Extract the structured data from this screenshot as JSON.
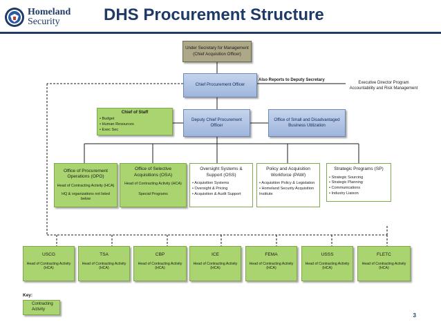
{
  "header": {
    "logo_line1": "Homeland",
    "logo_line2": "Security",
    "title": "DHS Procurement Structure"
  },
  "nodes": {
    "under_secretary": {
      "label": "Under Secretary for Management (Chief Acquisition Officer)"
    },
    "cpo": {
      "label": "Chief Procurement Officer"
    },
    "reports_note": {
      "label": "Also Reports to Deputy Secretary"
    },
    "executive_director": {
      "label": "Executive Director Program Accountability and Risk Management"
    },
    "chief_of_staff": {
      "label": "Chief of Staff",
      "items": [
        "Budget",
        "Human Resources",
        "Exec Sec"
      ]
    },
    "deputy_cpo": {
      "label": "Deputy Chief Procurement Officer"
    },
    "osdbu": {
      "label": "Office of Small and Disadvantaged Business Utilization"
    },
    "opo": {
      "label": "Office of Procurement Operations (OPO)",
      "line1": "Head of Contracting Activity (HCA)",
      "line2": "HQ & organizations not listed below"
    },
    "osa": {
      "label": "Office of Selective Acquisitions (OSA)",
      "line1": "Head of Contracting Activity (HCA)",
      "line2": "Special Programs"
    },
    "oss": {
      "label": "Oversight Systems & Support (OSS)",
      "items": [
        "Acquisition Systems",
        "Oversight & Pricing",
        "Acquisition & Audit Support"
      ]
    },
    "paw": {
      "label": "Policy and Acquisition Workforce (PAW)",
      "items": [
        "Acquisition Policy & Legislation",
        "Homeland Security Acquisition Institute"
      ]
    },
    "sp": {
      "label": "Strategic Programs (SP)",
      "items": [
        "Strategic Sourcing",
        "Strategic Planning",
        "Communications",
        "Industry Liaison"
      ]
    }
  },
  "components": [
    {
      "name": "USCG",
      "role": "Head of Contracting Activity (HCA)"
    },
    {
      "name": "TSA",
      "role": "Head of Contracting Activity (HCA)"
    },
    {
      "name": "CBP",
      "role": "Head of Contracting Activity (HCA)"
    },
    {
      "name": "ICE",
      "role": "Head of Contracting Activity (HCA)"
    },
    {
      "name": "FEMA",
      "role": "Head of Contracting Activity (HCA)"
    },
    {
      "name": "USSS",
      "role": "Head of Contracting Activity (HCA)"
    },
    {
      "name": "FLETC",
      "role": "Head of Contracting Activity (HCA)"
    }
  ],
  "key": {
    "label": "Key:",
    "entry": "Contracting Activity"
  },
  "page_number": "3",
  "colors": {
    "title": "#1f3a66",
    "blue_box": "#b3c6e6",
    "green_box": "#a9d46f",
    "khaki_box": "#ada887"
  }
}
